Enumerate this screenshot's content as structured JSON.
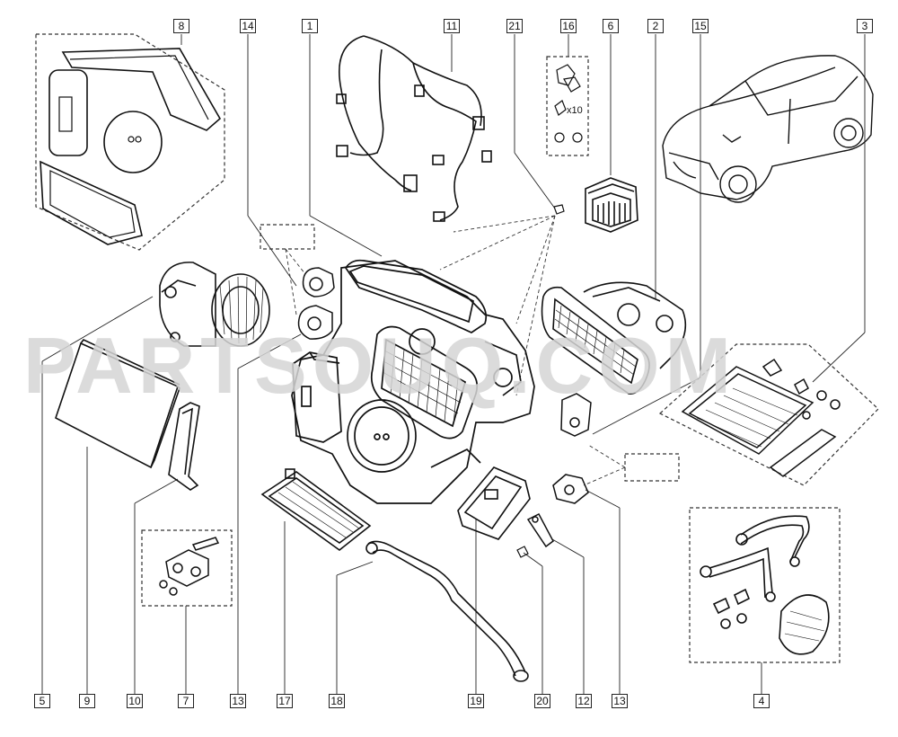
{
  "diagram": {
    "watermark": "PARTSOUQ.COM",
    "quantity_note": "x10",
    "callouts_top": [
      "8",
      "14",
      "1",
      "11",
      "21",
      "16",
      "6",
      "2",
      "15",
      "3"
    ],
    "callouts_bottom": [
      "5",
      "9",
      "10",
      "7",
      "13",
      "17",
      "18",
      "19",
      "20",
      "12",
      "13",
      "4"
    ]
  }
}
